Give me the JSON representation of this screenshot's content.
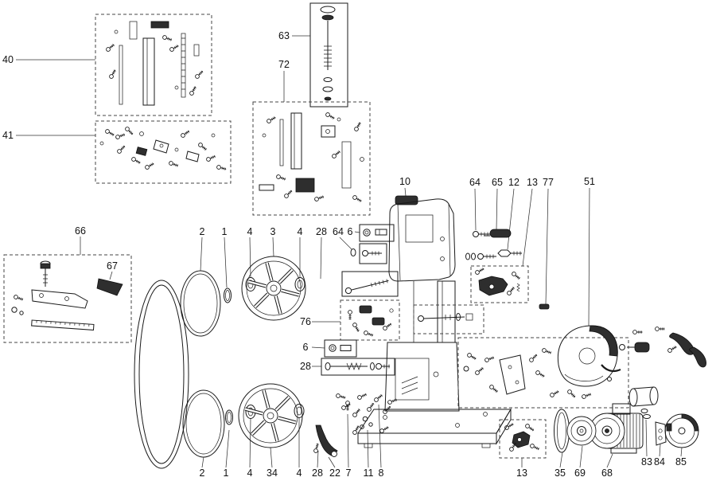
{
  "colors": {
    "line": "#1a1a1a",
    "dark_part": "#2e2e2e",
    "dashed_box": "#444444",
    "background": "#ffffff"
  },
  "callouts": [
    {
      "id": "40",
      "label": "40"
    },
    {
      "id": "41",
      "label": "41"
    },
    {
      "id": "63",
      "label": "63"
    },
    {
      "id": "72",
      "label": "72"
    },
    {
      "id": "66",
      "label": "66"
    },
    {
      "id": "67",
      "label": "67"
    },
    {
      "id": "2-top",
      "label": "2"
    },
    {
      "id": "1-top",
      "label": "1"
    },
    {
      "id": "4-top-left",
      "label": "4"
    },
    {
      "id": "3",
      "label": "3"
    },
    {
      "id": "4-top-right",
      "label": "4"
    },
    {
      "id": "28-top",
      "label": "28"
    },
    {
      "id": "64-center",
      "label": "64"
    },
    {
      "id": "6-upper",
      "label": "6"
    },
    {
      "id": "10",
      "label": "10"
    },
    {
      "id": "64-right",
      "label": "64"
    },
    {
      "id": "65",
      "label": "65"
    },
    {
      "id": "12",
      "label": "12"
    },
    {
      "id": "13-right",
      "label": "13"
    },
    {
      "id": "77",
      "label": "77"
    },
    {
      "id": "51",
      "label": "51"
    },
    {
      "id": "76",
      "label": "76"
    },
    {
      "id": "6-middle",
      "label": "6"
    },
    {
      "id": "28-middle",
      "label": "28"
    },
    {
      "id": "2-bottom",
      "label": "2"
    },
    {
      "id": "1-bottom",
      "label": "1"
    },
    {
      "id": "4-bottom-left",
      "label": "4"
    },
    {
      "id": "34",
      "label": "34"
    },
    {
      "id": "4-bottom-right",
      "label": "4"
    },
    {
      "id": "28-bottom",
      "label": "28"
    },
    {
      "id": "22",
      "label": "22"
    },
    {
      "id": "7",
      "label": "7"
    },
    {
      "id": "11",
      "label": "11"
    },
    {
      "id": "8",
      "label": "8"
    },
    {
      "id": "13-bottom",
      "label": "13"
    },
    {
      "id": "35",
      "label": "35"
    },
    {
      "id": "69",
      "label": "69"
    },
    {
      "id": "68",
      "label": "68"
    },
    {
      "id": "83",
      "label": "83"
    },
    {
      "id": "84",
      "label": "84"
    },
    {
      "id": "85",
      "label": "85"
    }
  ]
}
